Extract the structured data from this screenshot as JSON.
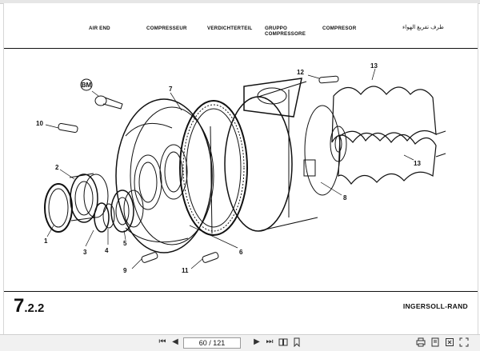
{
  "header": {
    "air_end": "AIR END",
    "compresseur": "COMPRESSEUR",
    "verdichterteil": "VERDICHTERTEIL",
    "gruppo": "GRUPPO",
    "compressore": "COMPRESSORE",
    "compresor": "COMPRESOR",
    "arabic": "طرف تفريغ الهواء"
  },
  "callouts": {
    "c1": "1",
    "c2": "2",
    "c3": "3",
    "c4": "4",
    "c5": "5",
    "c6": "6",
    "c7": "7",
    "c8": "8",
    "c9": "9",
    "c10": "10",
    "c11": "11",
    "c12": "12",
    "c13a": "13",
    "c13b": "13",
    "bm": "BM"
  },
  "footer": {
    "section_major": "7",
    "section_minor": ".2.2",
    "brand": "INGERSOLL-RAND"
  },
  "toolbar": {
    "first_icon": "first-page-icon",
    "prev_icon": "previous-page-icon",
    "page_indicator": "60 / 121",
    "next_icon": "next-page-icon",
    "last_icon": "last-page-icon",
    "first_glyph": "⏮",
    "prev_glyph": "◀",
    "next_glyph": "▶",
    "last_glyph": "⏭"
  }
}
